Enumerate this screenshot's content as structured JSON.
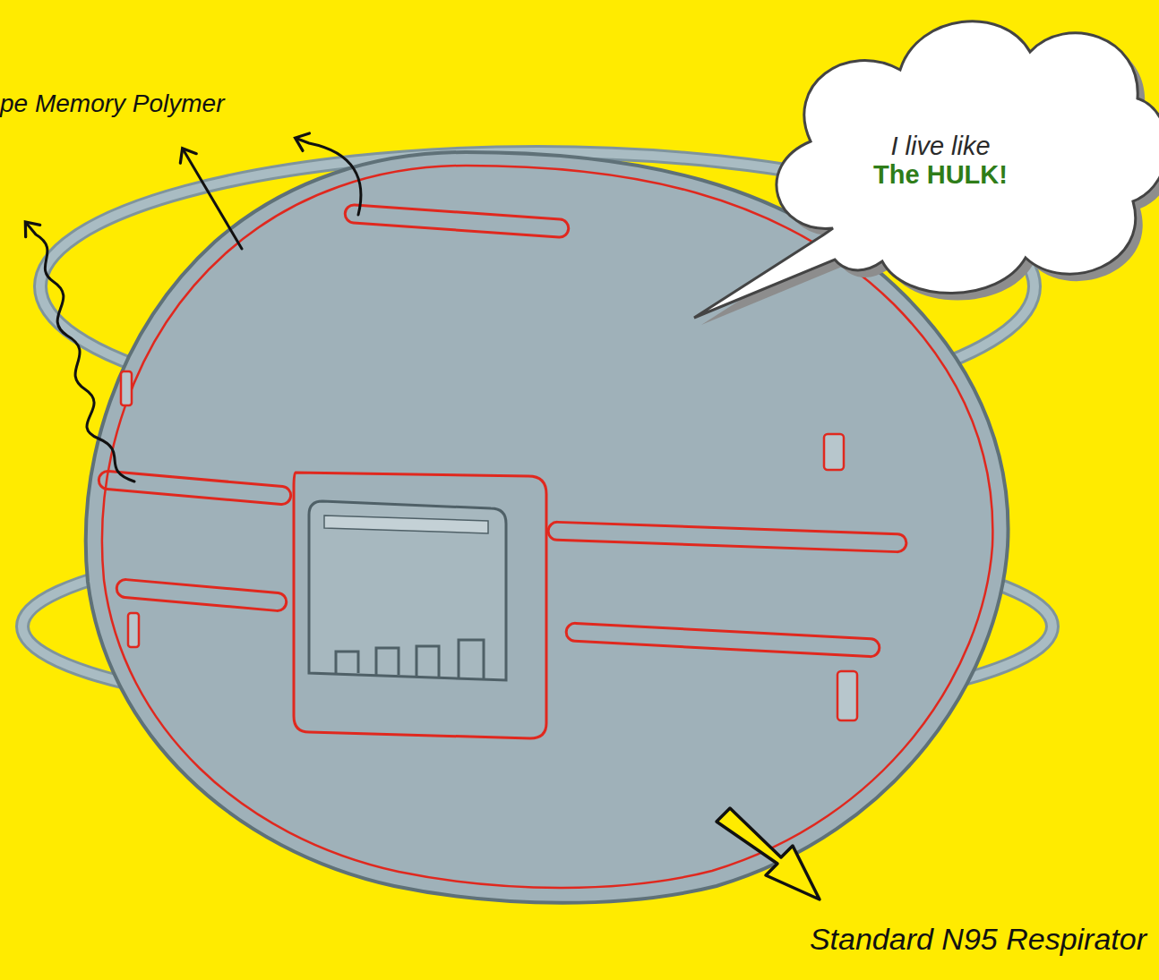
{
  "diagram": {
    "nodes": [
      {
        "text": [
          "I live like",
          "The HULK!"
        ]
      }
    ],
    "labels": [
      "pe Memory Polymer",
      "Standard N95 Respirator"
    ]
  }
}
